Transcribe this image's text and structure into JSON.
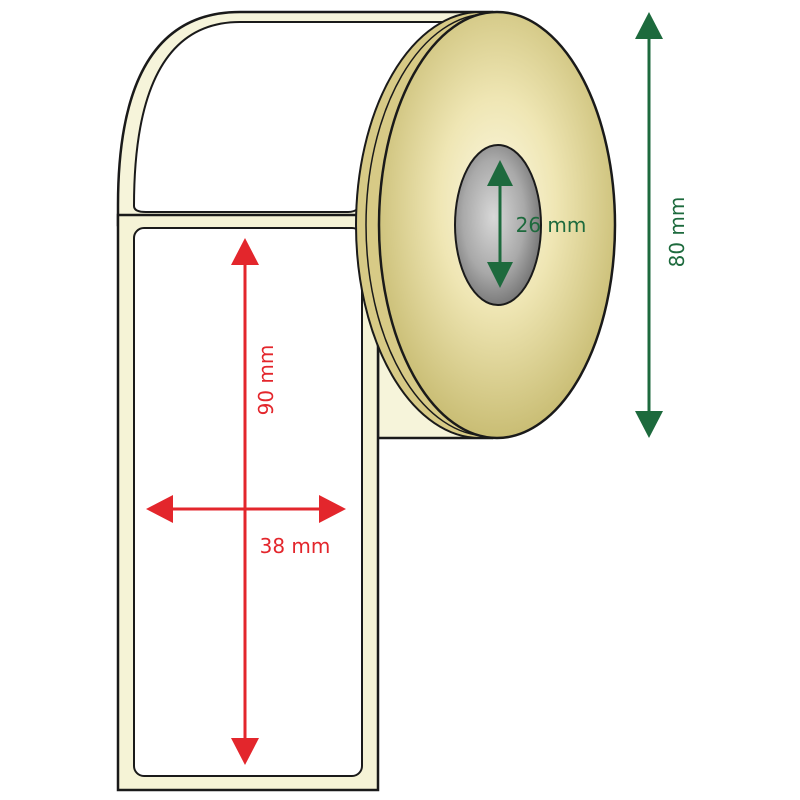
{
  "dimensions": {
    "label_height": "90 mm",
    "label_width": "38 mm",
    "core_diameter": "26 mm",
    "roll_diameter": "80 mm"
  },
  "colors": {
    "label_dimension": "#e3262c",
    "roll_dimension": "#1d6a3d",
    "roll_face": "#c9bd74",
    "roll_face_light": "#f4efc6",
    "liner": "#f5f3d6",
    "core": "#8a8a8a",
    "outline": "#1a1a1a"
  }
}
